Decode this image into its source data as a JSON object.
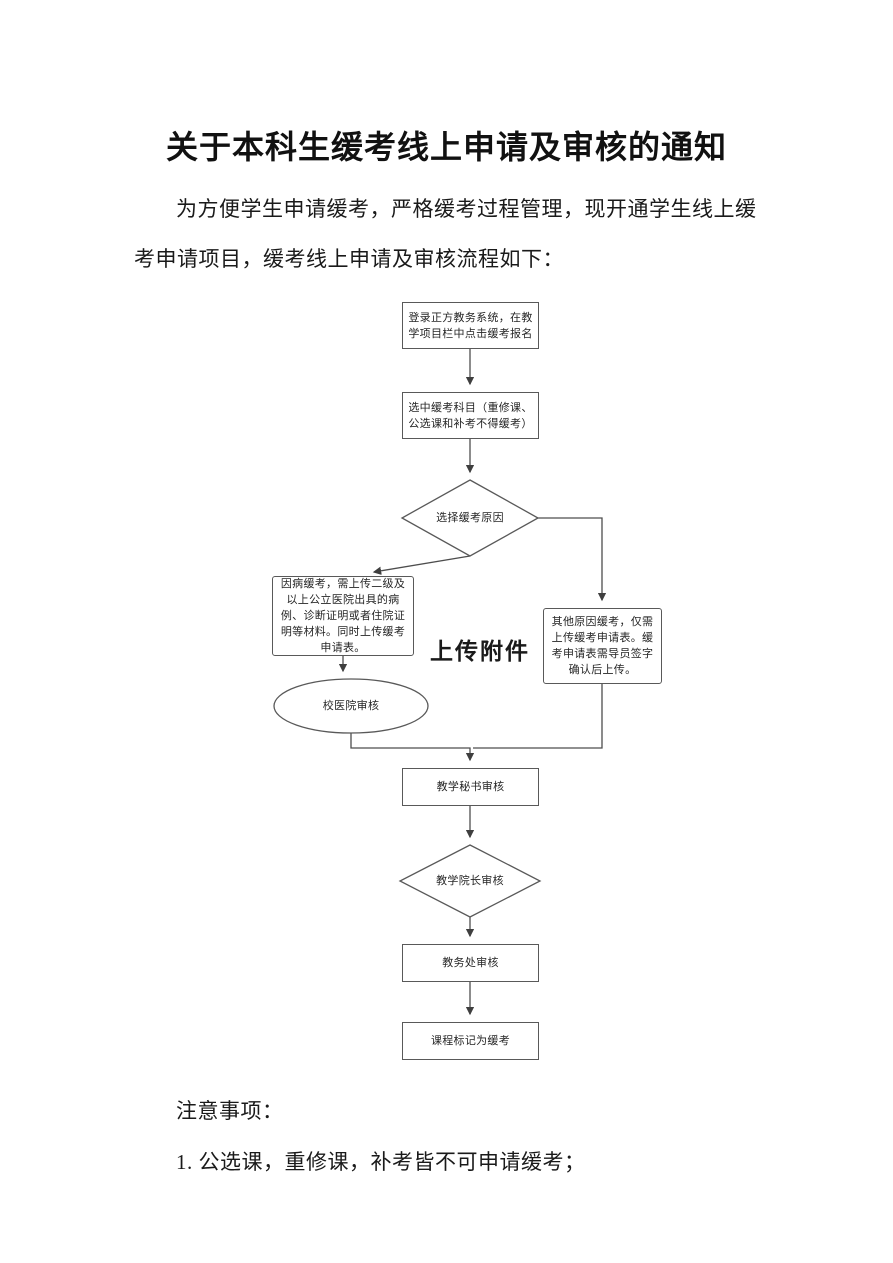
{
  "colors": {
    "flow_line": "#4d4d4d",
    "flow_border": "#595959",
    "text": "#1a1a1a"
  },
  "document": {
    "title": "关于本科生缓考线上申请及审核的通知",
    "intro": "为方便学生申请缓考，严格缓考过程管理，现开通学生线上缓考申请项目，缓考线上申请及审核流程如下：",
    "notes_heading": "注意事项：",
    "notes": [
      "1. 公选课，重修课，补考皆不可申请缓考；"
    ]
  },
  "flowchart": {
    "upload_label": "上传附件",
    "nodes": {
      "login": "登录正方教务系统，在教学项目栏中点击缓考报名",
      "select_subject": "选中缓考科目（重修课、公选课和补考不得缓考）",
      "choose_reason": "选择缓考原因",
      "illness": "因病缓考，需上传二级及以上公立医院出具的病例、诊断证明或者住院证明等材料。同时上传缓考申请表。",
      "other_reason": "其他原因缓考，仅需上传缓考申请表。缓考申请表需导员签字确认后上传。",
      "hospital_review": "校医院审核",
      "secretary_review": "教学秘书审核",
      "dean_review": "教学院长审核",
      "office_review": "教务处审核",
      "course_marked": "课程标记为缓考"
    }
  }
}
